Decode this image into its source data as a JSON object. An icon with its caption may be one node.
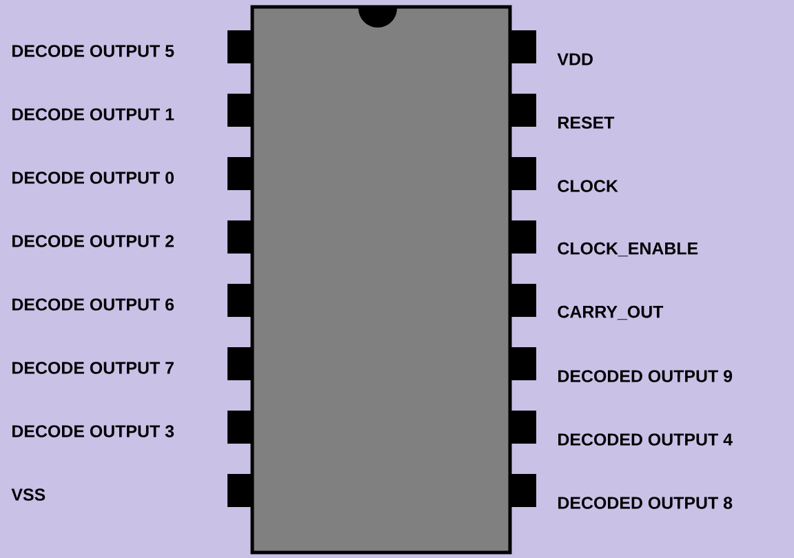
{
  "diagram": {
    "labels": [
      "DECODE OUTPUT 5",
      "VDD",
      "DECODE OUTPUT 1",
      "RESET",
      "DECODE OUTPUT 0",
      "CLOCK",
      "DECODE OUTPUT 2",
      "CLOCK_ENABLE",
      "DECODE OUTPUT 6",
      "CARRY_OUT",
      "DECODE OUTPUT 7",
      "DECODED OUTPUT 9",
      "DECODE OUTPUT 3",
      "DECODED OUTPUT 4",
      "VSS",
      "DECODED OUTPUT 8"
    ]
  }
}
